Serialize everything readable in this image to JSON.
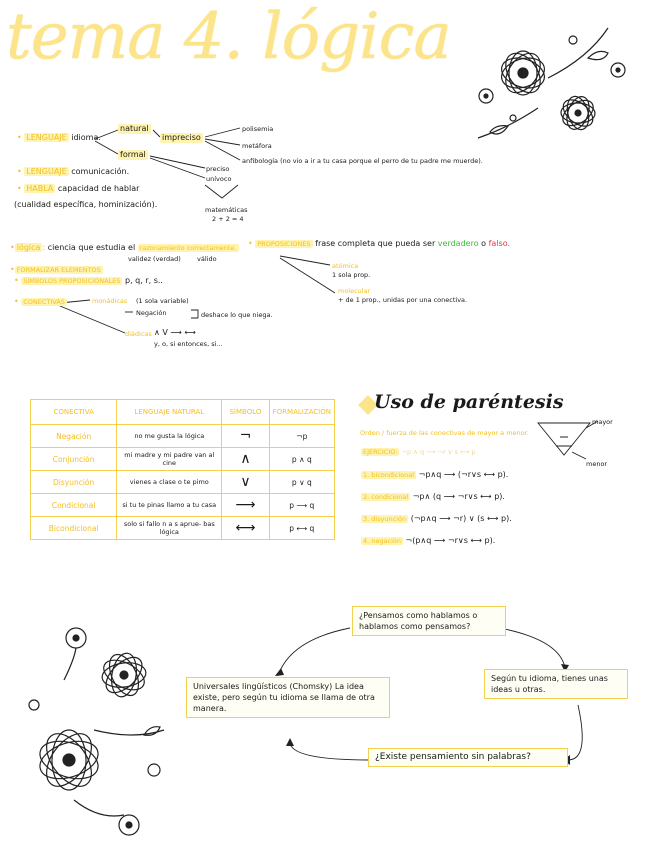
{
  "title": "tema 4. lógica",
  "lenguaje": {
    "label": "LENGUAJE",
    "idioma": "idioma.",
    "natural": "natural",
    "formal": "formal",
    "impreciso": "impreciso",
    "polisemia": "polisemia",
    "metafora": "metáfora",
    "anfibologia": "anfibología (no vio a ir a tu casa porque el perro de tu padre me muerde).",
    "preciso": "preciso",
    "unmodico": "unívoco",
    "matematicas": "matemáticas",
    "suma": "2 + 2 = 4"
  },
  "lenguaje2": {
    "label": "LENGUAJE",
    "text": "comunicación."
  },
  "habla": {
    "label": "HABLA",
    "text": "capacidad de hablar",
    "text2": "(cualidad específica, hominización)."
  },
  "logica": {
    "label": "lógica",
    "text": "ciencia que estudia el",
    "highlight": "razonamiento correctamente.",
    "validez": "validez (verdad)",
    "valido": "válido"
  },
  "proposiciones": {
    "label": "PROPOSICIONES",
    "text": "frase completa que pueda ser",
    "verdadero": "verdadero",
    "o": "o",
    "falso": "falso.",
    "atomica": "atómica",
    "una_prop": "1 sola prop.",
    "molecular": "molecular",
    "mas_prop": "+ de 1 prop., unidas por una conectiva."
  },
  "formalizar": {
    "label": "FORMALIZAR ELEMENTOS",
    "simbolos_label": "SÍMBOLOS PROPOSICIONALES",
    "simbolos": "p, q, r, s..",
    "conectivas_label": "CONECTIVAS",
    "monadicas": "monádicas",
    "una_variable": "(1 sola variable)",
    "negacion": "Negación",
    "niega": "deshace lo que niega.",
    "diadicas": "diádicas",
    "simbolos_diadicos": "∧ V ⟶ ⟷",
    "nombres": "y, o, si entonces, si..."
  },
  "table": {
    "headers": [
      "CONECTIVA",
      "LENGUAJE NATURAL",
      "SÍMBOLO",
      "FORMALIZACIÓN"
    ],
    "rows": [
      [
        "Negación",
        "no me gusta la lógica",
        "¬",
        "¬p"
      ],
      [
        "Conjunción",
        "mi madre y mi padre van al cine",
        "∧",
        "p ∧ q"
      ],
      [
        "Disyunción",
        "vienes a clase o te pimo",
        "∨",
        "p ∨ q"
      ],
      [
        "Condicional",
        "si tu te pinas llamo a tu casa",
        "⟶",
        "p ⟶ q"
      ],
      [
        "Bicondicional",
        "solo si fallo n a s aprue- bas lógica",
        "⟷",
        "p ⟷ q"
      ]
    ]
  },
  "parentesis": {
    "title": "Uso de paréntesis",
    "orden": "Orden / fuerza de las conectivas de mayor a menor.",
    "ejercicio_label": "EJERCICIO:",
    "ejercicio": "¬p ∧ q ⟶ ¬r ∨ s ⟷ p",
    "mayor": "mayor",
    "menor": "menor",
    "items": [
      {
        "label": "1. bicondicional",
        "formula": "¬p∧q ⟶ (¬r∨s ⟷ p)."
      },
      {
        "label": "2. condicional",
        "formula": "¬p∧ (q ⟶ ¬r∨s ⟷ p)."
      },
      {
        "label": "3. disyunción",
        "formula": "(¬p∧q ⟶ ¬r) ∨ (s ⟷ p)."
      },
      {
        "label": "4. negación",
        "formula": "¬(p∧q ⟶ ¬r∨s ⟷ p)."
      }
    ]
  },
  "boxes": {
    "pensamos": "¿Pensamos como hablamos o hablamos como pensamos?",
    "segun": "Según tu idioma, tienes unas ideas u otras.",
    "universales": "Universales lingüísticos (Chomsky) La idea existe, pero según tu idioma se llama de otra manera.",
    "existe": "¿Existe pensamiento sin palabras?"
  }
}
